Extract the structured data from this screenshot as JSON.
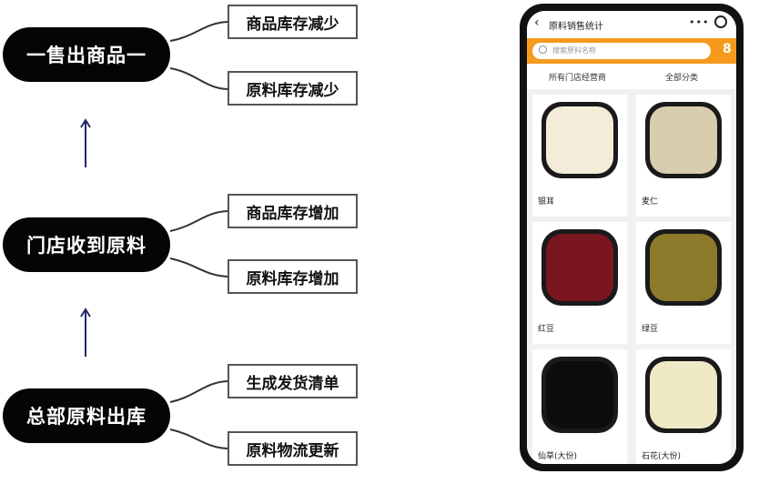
{
  "flow": {
    "steps": [
      {
        "label": "一售出商品一",
        "branches": [
          "商品库存减少",
          "原料库存减少"
        ]
      },
      {
        "label": "门店收到原料",
        "branches": [
          "商品库存增加",
          "原料库存增加"
        ]
      },
      {
        "label": "总部原料出库",
        "branches": [
          "生成发货清单",
          "原料物流更新"
        ]
      }
    ]
  },
  "phone": {
    "nav": {
      "back_icon": "‹",
      "title": "原料销售统计",
      "more_icon": "•••"
    },
    "search": {
      "placeholder": "搜索原料名称",
      "suffix": "8"
    },
    "filters": {
      "store": "所有门店经营商",
      "category": "全部分类"
    },
    "items": [
      {
        "name": "银耳",
        "color": "#f2ecd9"
      },
      {
        "name": "麦仁",
        "color": "#d9cdb0"
      },
      {
        "name": "红豆",
        "color": "#7a1620"
      },
      {
        "name": "绿豆",
        "color": "#8c7a2a"
      },
      {
        "name": "仙草(大份)",
        "color": "#0d0d0d"
      },
      {
        "name": "石花(大份)",
        "color": "#efe9c6"
      }
    ]
  },
  "colors": {
    "accent": "#f59a1c",
    "arrow": "#1f2a6b",
    "pill": "#050505"
  }
}
